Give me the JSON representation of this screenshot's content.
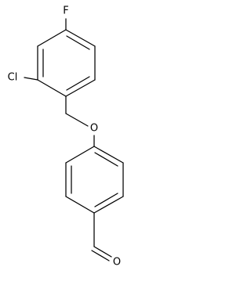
{
  "atoms": {
    "fluorine": "F",
    "chlorine": "Cl",
    "ether_oxygen": "O",
    "carbonyl_oxygen": "O"
  },
  "colors": {
    "background": "#ffffff",
    "bonds_and_labels": "#000000"
  }
}
